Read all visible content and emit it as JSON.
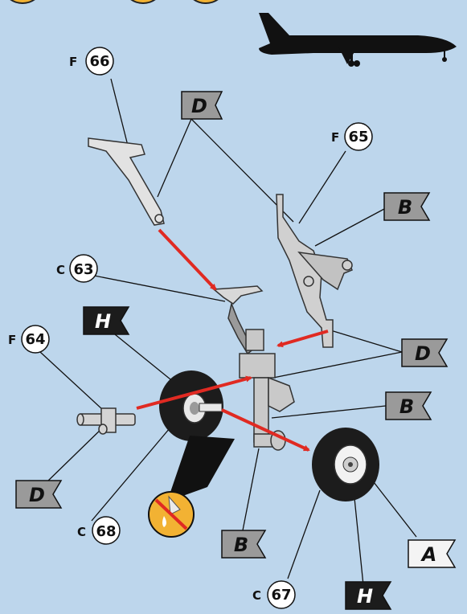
{
  "callouts": [
    {
      "prefix": "F",
      "number": "66"
    },
    {
      "prefix": "F",
      "number": "65"
    },
    {
      "prefix": "C",
      "number": "63"
    },
    {
      "prefix": "F",
      "number": "64"
    },
    {
      "prefix": "C",
      "number": "68"
    },
    {
      "prefix": "C",
      "number": "67"
    }
  ],
  "flags": [
    {
      "letter": "D",
      "style": "gray"
    },
    {
      "letter": "B",
      "style": "gray"
    },
    {
      "letter": "H",
      "style": "black"
    },
    {
      "letter": "D",
      "style": "gray"
    },
    {
      "letter": "B",
      "style": "gray"
    },
    {
      "letter": "D",
      "style": "gray"
    },
    {
      "letter": "B",
      "style": "gray"
    },
    {
      "letter": "A",
      "style": "white"
    },
    {
      "letter": "H",
      "style": "black"
    }
  ],
  "colors": {
    "background": "#bdd6ec",
    "arrow": "#e02a22",
    "flag_gray": "#9a9a9a",
    "flag_white": "#f4f4f4",
    "flag_black": "#1c1c1c",
    "warning": "#f2b233"
  }
}
